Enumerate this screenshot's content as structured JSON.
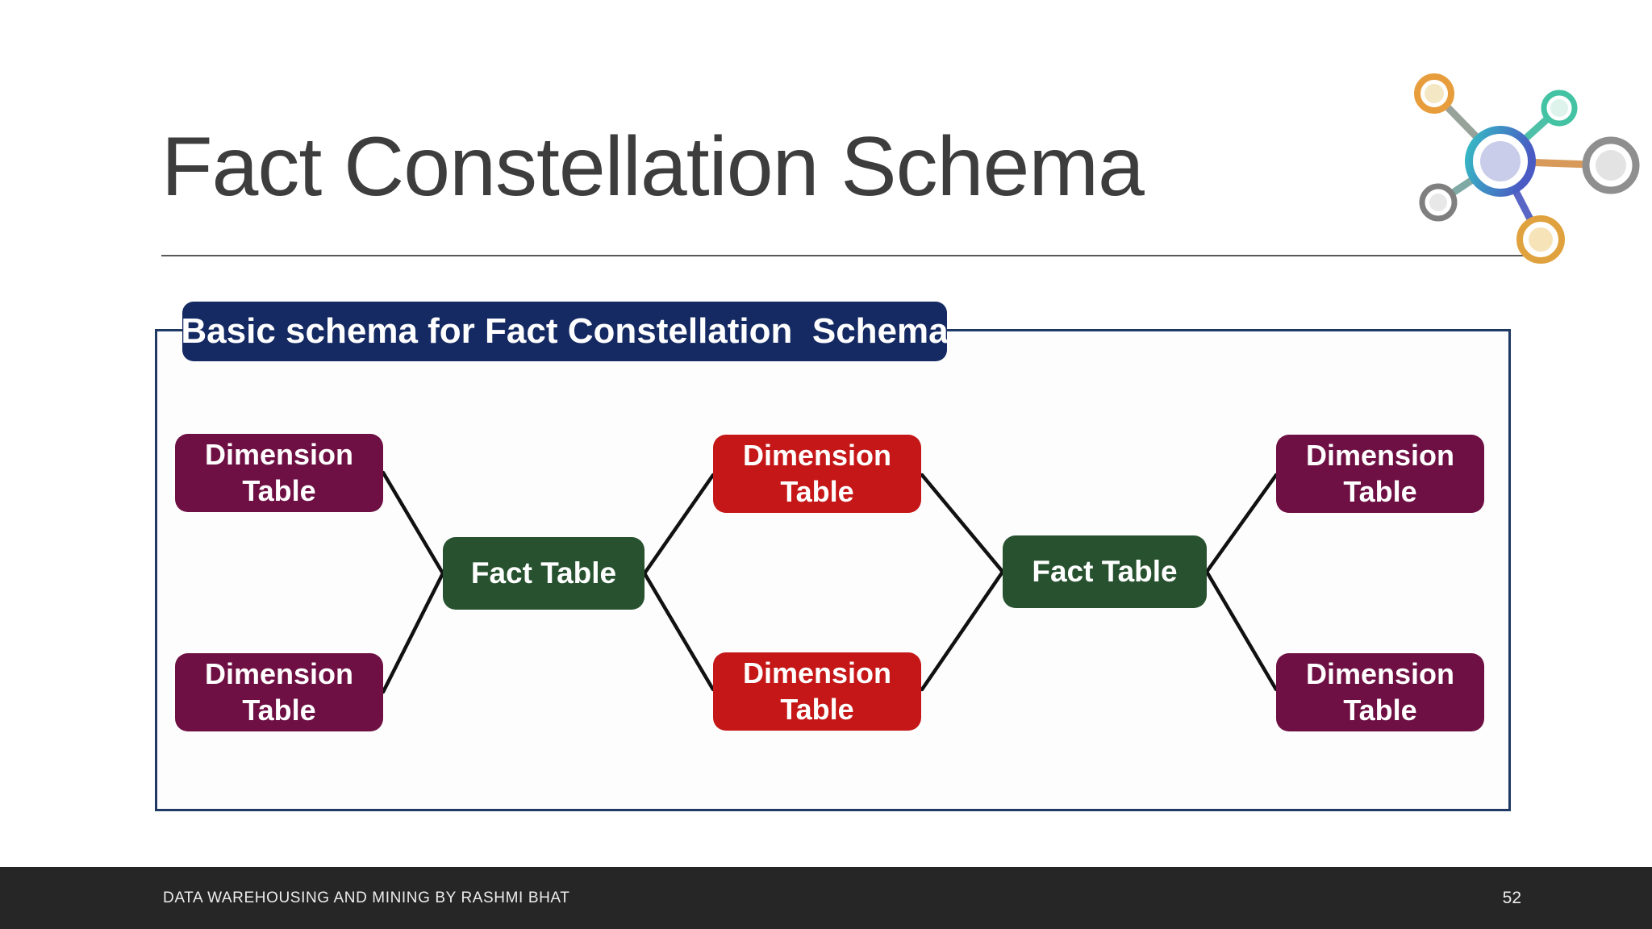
{
  "slide": {
    "title": "Fact Constellation Schema",
    "badge": "Basic schema for Fact Constellation  Schema",
    "footer": {
      "credit": "DATA WAREHOUSING AND MINING BY RASHMI BHAT",
      "page": "52"
    }
  },
  "diagram": {
    "nodes": [
      {
        "id": "dim-left-top",
        "label": "Dimension Table",
        "type": "dimension",
        "color": "#6e1043"
      },
      {
        "id": "dim-left-bottom",
        "label": "Dimension Table",
        "type": "dimension",
        "color": "#6e1043"
      },
      {
        "id": "fact-1",
        "label": "Fact Table",
        "type": "fact",
        "color": "#28522f"
      },
      {
        "id": "dim-mid-top",
        "label": "Dimension Table",
        "type": "dimension",
        "color": "#c51717"
      },
      {
        "id": "dim-mid-bottom",
        "label": "Dimension Table",
        "type": "dimension",
        "color": "#c51717"
      },
      {
        "id": "fact-2",
        "label": "Fact Table",
        "type": "fact",
        "color": "#28522f"
      },
      {
        "id": "dim-right-top",
        "label": "Dimension Table",
        "type": "dimension",
        "color": "#6e1043"
      },
      {
        "id": "dim-right-bottom",
        "label": "Dimension Table",
        "type": "dimension",
        "color": "#6e1043"
      }
    ],
    "edges": [
      "dim-left-top — fact-1",
      "dim-left-bottom — fact-1",
      "fact-1 — dim-mid-top",
      "fact-1 — dim-mid-bottom",
      "dim-mid-top — fact-2",
      "dim-mid-bottom — fact-2",
      "fact-2 — dim-right-top",
      "fact-2 — dim-right-bottom"
    ]
  },
  "colors": {
    "title_text": "#3d3d3d",
    "badge_background": "#152a63",
    "frame_border": "#1f3864",
    "dimension_maroon": "#6e1043",
    "dimension_red": "#c51717",
    "fact_green": "#28522f",
    "connector_black": "#111111",
    "footer_background": "#262626",
    "footer_text": "#ededed"
  }
}
